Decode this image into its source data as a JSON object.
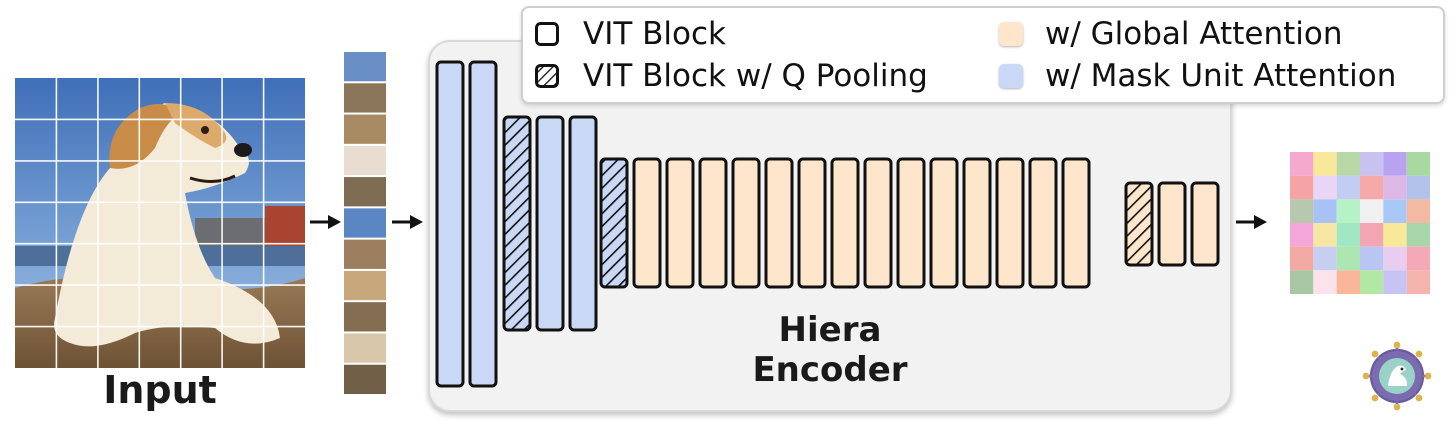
{
  "input": {
    "label": "Input"
  },
  "encoder": {
    "title_line1": "Hiera",
    "title_line2": "Encoder"
  },
  "legend": {
    "vit_block": "VIT Block",
    "vit_block_q_pooling": "VIT Block w/ Q Pooling",
    "global_attention": "w/ Global Attention",
    "mask_unit_attention": "w/ Mask Unit Attention"
  },
  "colors": {
    "global_attention": "#fde6cc",
    "mask_unit_attention": "#c9d9f5",
    "block_stroke": "#111111",
    "panel_fill": "#f2f2f2"
  },
  "blocks": [
    {
      "stage": 1,
      "kind": "vit",
      "attention": "mask_unit"
    },
    {
      "stage": 1,
      "kind": "vit",
      "attention": "mask_unit"
    },
    {
      "stage": 2,
      "kind": "q_pooling",
      "attention": "mask_unit"
    },
    {
      "stage": 2,
      "kind": "vit",
      "attention": "mask_unit"
    },
    {
      "stage": 2,
      "kind": "vit",
      "attention": "mask_unit"
    },
    {
      "stage": 3,
      "kind": "q_pooling",
      "attention": "mask_unit"
    },
    {
      "stage": 3,
      "kind": "vit",
      "attention": "global"
    },
    {
      "stage": 3,
      "kind": "vit",
      "attention": "global"
    },
    {
      "stage": 3,
      "kind": "vit",
      "attention": "global"
    },
    {
      "stage": 3,
      "kind": "vit",
      "attention": "global"
    },
    {
      "stage": 3,
      "kind": "vit",
      "attention": "global"
    },
    {
      "stage": 3,
      "kind": "vit",
      "attention": "global"
    },
    {
      "stage": 3,
      "kind": "vit",
      "attention": "global"
    },
    {
      "stage": 3,
      "kind": "vit",
      "attention": "global"
    },
    {
      "stage": 3,
      "kind": "vit",
      "attention": "global"
    },
    {
      "stage": 3,
      "kind": "vit",
      "attention": "global"
    },
    {
      "stage": 3,
      "kind": "vit",
      "attention": "global"
    },
    {
      "stage": 3,
      "kind": "vit",
      "attention": "global"
    },
    {
      "stage": 3,
      "kind": "vit",
      "attention": "global"
    },
    {
      "stage": 3,
      "kind": "vit",
      "attention": "global"
    },
    {
      "stage": 4,
      "kind": "q_pooling",
      "attention": "global"
    },
    {
      "stage": 4,
      "kind": "vit",
      "attention": "global"
    },
    {
      "stage": 4,
      "kind": "vit",
      "attention": "global"
    }
  ],
  "output_grid_colors": [
    [
      "#f7a8cf",
      "#f9e79a",
      "#b9d8a7",
      "#c9c1ef",
      "#b9a3f0",
      "#a7d9a1"
    ],
    [
      "#f5a3a3",
      "#e9d6f4",
      "#c3ccf3",
      "#f7a8a8",
      "#ddb7e6",
      "#b3c2e8"
    ],
    [
      "#b7c8ad",
      "#a8c2f5",
      "#b5f2c6",
      "#f0f0f0",
      "#a8c8f5",
      "#f3b9a3"
    ],
    [
      "#f4a6d8",
      "#f6e7a4",
      "#a2e7c4",
      "#f3a5b3",
      "#f7e89a",
      "#a6d6a9"
    ],
    [
      "#f3a9a3",
      "#c7cff0",
      "#aee6b1",
      "#b9c5f2",
      "#e9cdef",
      "#f4a8b8"
    ],
    [
      "#a9c7a4",
      "#fbe3ec",
      "#f9b69a",
      "#b3e8a4",
      "#c7c4f5",
      "#f5b4ae"
    ]
  ],
  "strip_patch_colors": [
    "#6a8fc7",
    "#8c7659",
    "#a88a63",
    "#e8ddd0",
    "#7d6b52",
    "#5b86c4",
    "#9b7f5e",
    "#c9a77c",
    "#846d51",
    "#d8c7a8",
    "#725f47"
  ]
}
